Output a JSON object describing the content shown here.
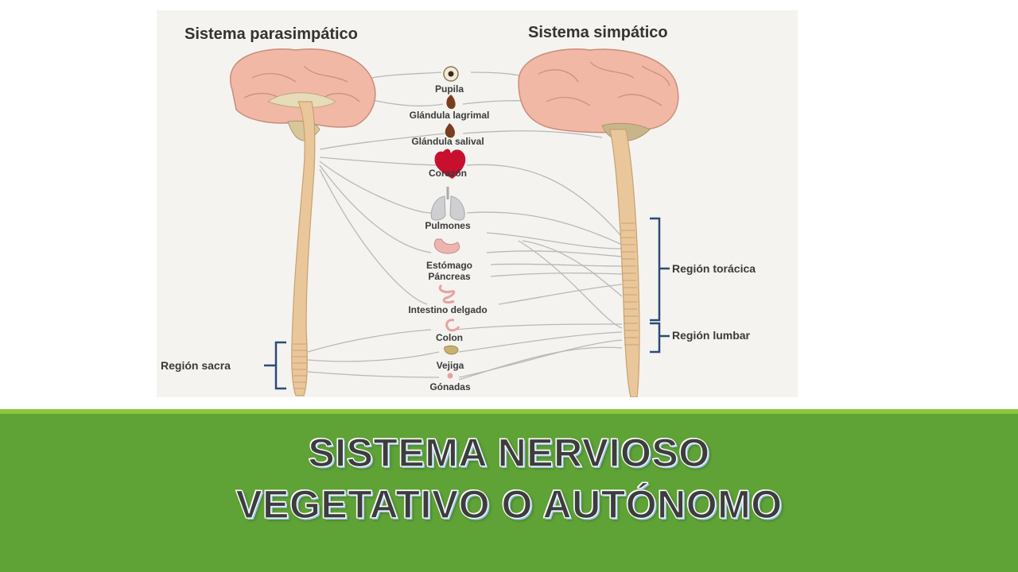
{
  "diagram": {
    "left_title": "Sistema parasimpático",
    "right_title": "Sistema simpático",
    "organs": [
      {
        "label": "Pupila"
      },
      {
        "label": "Glándula lagrimal"
      },
      {
        "label": "Glándula salival"
      },
      {
        "label": "Corazón"
      },
      {
        "label": "Pulmones"
      },
      {
        "label": "Estómago"
      },
      {
        "label": "Páncreas"
      },
      {
        "label": "Intestino delgado"
      },
      {
        "label": "Colon"
      },
      {
        "label": "Vejiga"
      },
      {
        "label": "Gónadas"
      }
    ],
    "regions": {
      "thoracic": "Región torácica",
      "lumbar": "Región lumbar",
      "sacral": "Región sacra"
    },
    "colors": {
      "brain": "#f2b8a6",
      "spine": "#eac79a",
      "heart": "#c8102e",
      "nerve": "#b5b5b5",
      "bracket": "#2b4a78"
    }
  },
  "slide": {
    "title_line1": "SISTEMA NERVIOSO",
    "title_line2": "VEGETATIVO O AUTÓNOMO",
    "band_color": "#5fa236"
  }
}
